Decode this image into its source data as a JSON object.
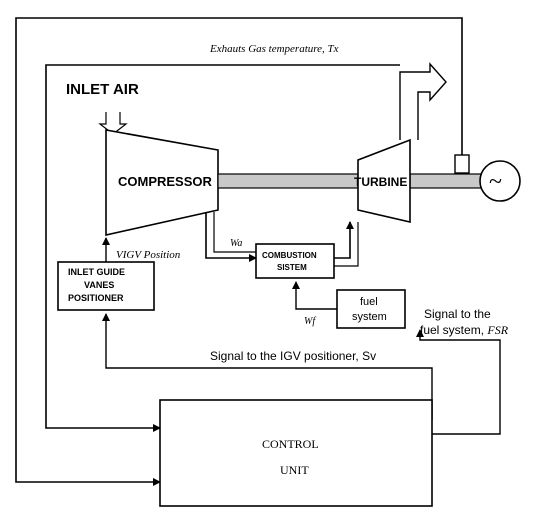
{
  "components": {
    "inlet_air": "INLET AIR",
    "compressor": "COMPRESSOR",
    "turbine": "TURBINE",
    "combustion": [
      "COMBUSTION",
      "SISTEM"
    ],
    "fuel_system": [
      "fuel",
      "system"
    ],
    "igv_positioner": [
      "INLET GUIDE",
      "VANES",
      "POSITIONER"
    ],
    "control_unit": [
      "CONTROL",
      "UNIT"
    ],
    "generator_symbol": "~"
  },
  "signals": {
    "exhaust_temp": "Exhauts Gas temperature, Tx",
    "vigv_position": "VIGV Position",
    "wa": "Wa",
    "wf": "Wf",
    "igv_signal": "Signal to the IGV positioner, Sv",
    "fsr_signal_line1": "Signal to the",
    "fsr_signal_line2_prefix": "fuel system, ",
    "fsr_signal_line2_italic": "FSR"
  }
}
